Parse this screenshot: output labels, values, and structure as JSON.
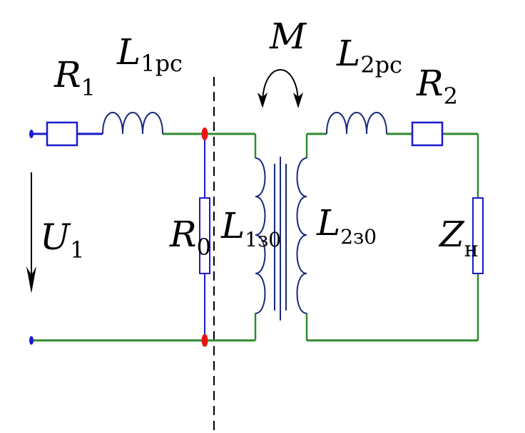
{
  "labels": {
    "r1": {
      "main": "R",
      "sub": "1"
    },
    "l1": {
      "main": "L",
      "sub": "1рс"
    },
    "m": {
      "main": "M",
      "sub": ""
    },
    "l2": {
      "main": "L",
      "sub": "2рс"
    },
    "r2": {
      "main": "R",
      "sub": "2"
    },
    "u1": {
      "main": "U",
      "sub": "1"
    },
    "r0": {
      "main": "R",
      "sub": "0"
    },
    "l1z": {
      "main": "L",
      "sub": "1з0"
    },
    "l2z": {
      "main": "L",
      "sub": "2з0"
    },
    "zn": {
      "main": "Z",
      "sub": "н"
    }
  },
  "colors": {
    "wire_green": "#2e8b2e",
    "wire_blue": "#1a1acc",
    "coil_navy": "#1a2a7a",
    "node_red": "#ee1111",
    "dashed": "#000000"
  }
}
